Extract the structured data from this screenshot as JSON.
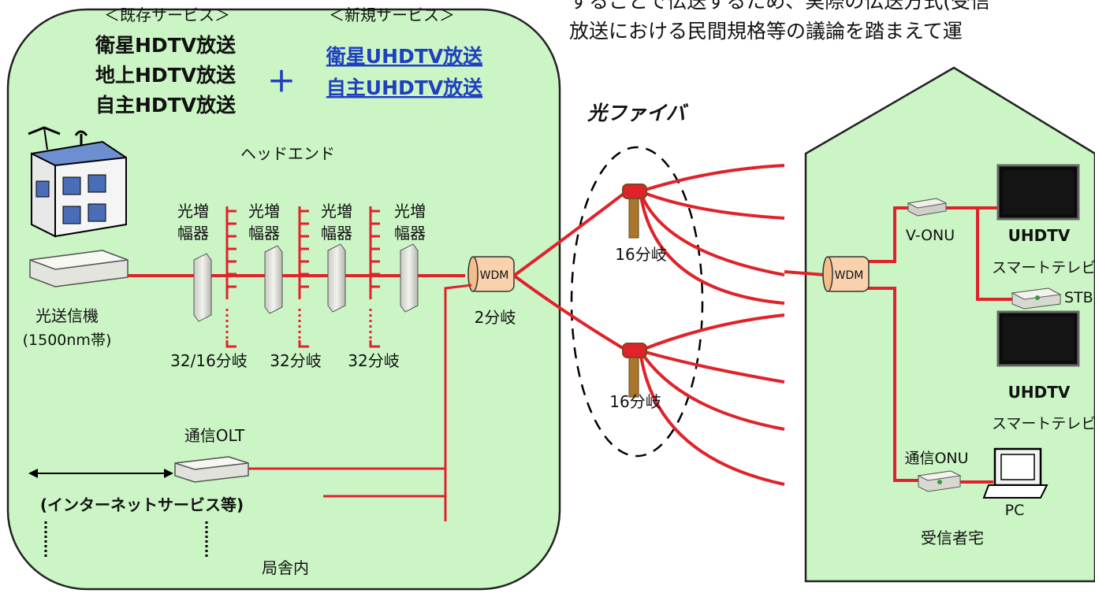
{
  "top_text": {
    "line1": "することで伝送するため、実際の伝送方式(受信",
    "line2": "放送における民間規格等の議論を踏まえて運"
  },
  "services": {
    "existing_header": "＜既存サービス＞",
    "existing": [
      "衛星HDTV放送",
      "地上HDTV放送",
      "自主HDTV放送"
    ],
    "plus": "＋",
    "new_header": "＜新規サービス＞",
    "new": [
      "衛星UHDTV放送",
      "自主UHDTV放送"
    ]
  },
  "headend": {
    "title": "ヘッドエンド",
    "amplifier_label_l1": "光増",
    "amplifier_label_l2": "幅器",
    "transmitter_l1": "光送信機",
    "transmitter_l2": "(1500nm帯)",
    "splits": [
      "32/16分岐",
      "32分岐",
      "32分岐"
    ],
    "wdm": "WDM",
    "wdm_split": "2分岐",
    "olt": "通信OLT",
    "internet": "(インターネットサービス等)",
    "station": "局舎内"
  },
  "fiber": {
    "title": "光ファイバ",
    "split1": "16分岐",
    "split2": "16分岐"
  },
  "house": {
    "wdm": "WDM",
    "vonu": "V-ONU",
    "tv1_title": "UHDTV",
    "tv1_sub": "スマートテレビ",
    "stb": "STB",
    "tv2_title": "UHDTV",
    "tv2_sub": "スマートテレビ",
    "onu": "通信ONU",
    "pc": "PC",
    "residence": "受信者宅"
  },
  "colors": {
    "panel_fill": "#ccf5c6",
    "line_red": "#e0222a",
    "link_blue": "#1f3fbf"
  }
}
